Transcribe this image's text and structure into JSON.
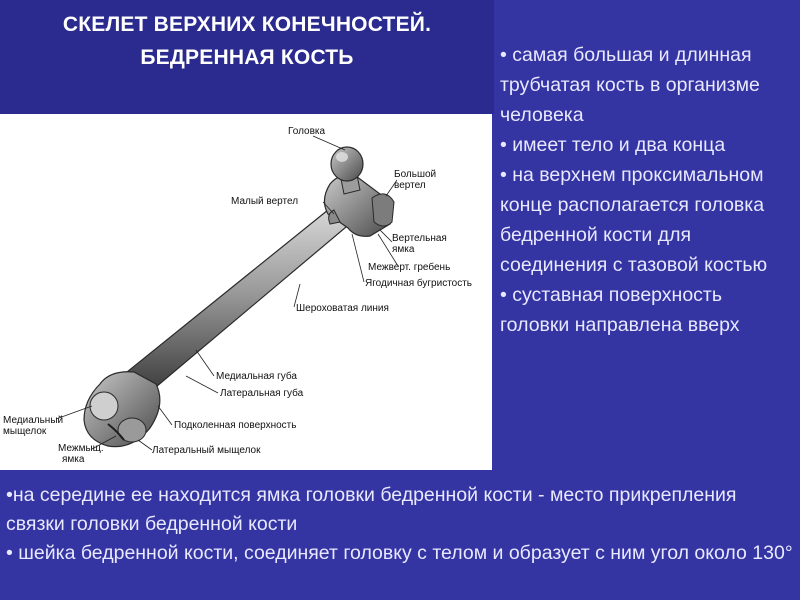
{
  "slide": {
    "title_line1": "СКЕЛЕТ ВЕРХНИХ КОНЕЧНОСТЕЙ.",
    "title_line2": "БЕДРЕННАЯ КОСТЬ",
    "right_bullets": [
      "• самая большая и длинная трубчатая кость в организме человека",
      "• имеет тело и два конца",
      "• на верхнем проксимальном конце располагается головка бедренной кости для соединения с тазовой костью",
      "• суставная поверхность головки направлена вверх"
    ],
    "bottom_bullets": [
      "•на середине ее находится ямка головки бедренной кости - место прикрепления связки головки бедренной кости",
      "• шейка бедренной кости, соединяет головку с телом и образует с ним угол около 130°"
    ]
  },
  "figure": {
    "labels": {
      "head": "Головка",
      "greater_trochanter_1": "Большой",
      "greater_trochanter_2": "вертел",
      "lesser_trochanter": "Малый вертел",
      "trochanteric_fossa_1": "Вертельная",
      "trochanteric_fossa_2": "ямка",
      "intertrochanteric_crest": "Межверт. гребень",
      "gluteal_tuberosity": "Ягодичная бугристость",
      "linea_aspera": "Шероховатая линия",
      "medial_lip": "Медиальная губа",
      "lateral_lip": "Латеральная губа",
      "popliteal_surface": "Подколенная поверхность",
      "medial_condyle_1": "Медиальный",
      "medial_condyle_2": "мыщелок",
      "intercondylar_fossa_1": "Межмыщ.",
      "intercondylar_fossa_2": "ямка",
      "lateral_condyle": "Латеральный мыщелок"
    }
  },
  "colors": {
    "background": "#3434a3",
    "title_background": "#2b2b8f",
    "text": "#e8e8ff"
  }
}
